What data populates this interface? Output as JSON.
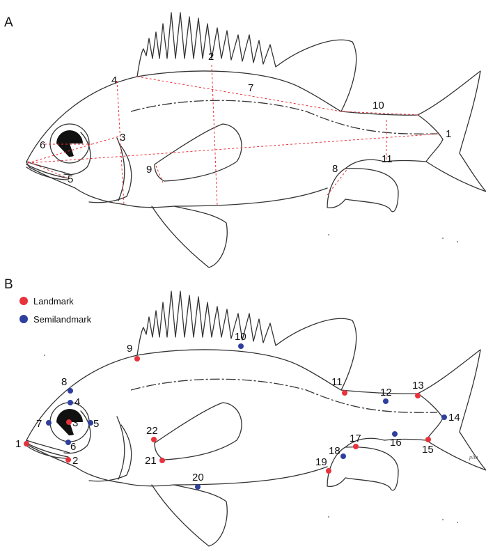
{
  "panel_a": {
    "label": "A",
    "measurement_labels": [
      "1",
      "2",
      "3",
      "4",
      "5",
      "6",
      "7",
      "8",
      "9",
      "10",
      "11"
    ]
  },
  "panel_b": {
    "label": "B",
    "legend": [
      {
        "label": "Landmark",
        "color": "#e8323c"
      },
      {
        "label": "Semilandmark",
        "color": "#2f3f9e"
      }
    ],
    "points": [
      {
        "n": "1",
        "type": "landmark"
      },
      {
        "n": "2",
        "type": "landmark"
      },
      {
        "n": "3",
        "type": "landmark"
      },
      {
        "n": "4",
        "type": "semilandmark"
      },
      {
        "n": "5",
        "type": "semilandmark"
      },
      {
        "n": "6",
        "type": "semilandmark"
      },
      {
        "n": "7",
        "type": "semilandmark"
      },
      {
        "n": "8",
        "type": "semilandmark"
      },
      {
        "n": "9",
        "type": "landmark"
      },
      {
        "n": "10",
        "type": "semilandmark"
      },
      {
        "n": "11",
        "type": "landmark"
      },
      {
        "n": "12",
        "type": "semilandmark"
      },
      {
        "n": "13",
        "type": "landmark"
      },
      {
        "n": "14",
        "type": "semilandmark"
      },
      {
        "n": "15",
        "type": "landmark"
      },
      {
        "n": "16",
        "type": "semilandmark"
      },
      {
        "n": "17",
        "type": "landmark"
      },
      {
        "n": "18",
        "type": "semilandmark"
      },
      {
        "n": "19",
        "type": "landmark"
      },
      {
        "n": "20",
        "type": "semilandmark"
      },
      {
        "n": "21",
        "type": "landmark"
      },
      {
        "n": "22",
        "type": "landmark"
      }
    ],
    "signature": "plia"
  }
}
